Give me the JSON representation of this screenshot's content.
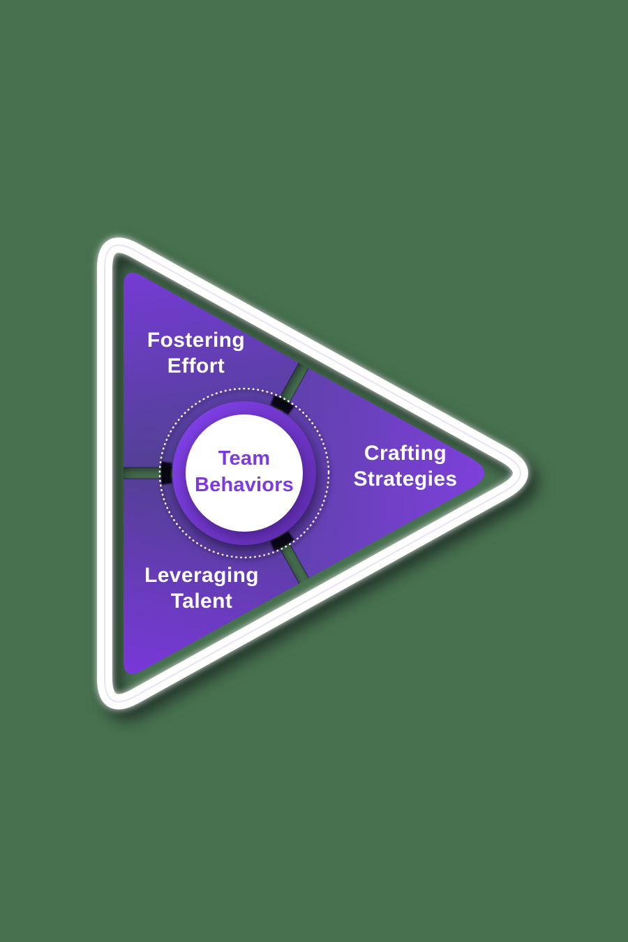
{
  "diagram": {
    "type": "triangle-infographic",
    "center": {
      "label": "Team Behaviors"
    },
    "sections": [
      {
        "id": "top",
        "label": "Fostering Effort"
      },
      {
        "id": "right",
        "label": "Crafting Strategies"
      },
      {
        "id": "bottom",
        "label": "Leveraging Talent"
      }
    ]
  },
  "colors": {
    "background": "#47714F",
    "band": "#ffffff",
    "band_accent_line": "#ddd2f2",
    "top_section_bright": "#7F3AE6",
    "top_section_dark": "#4F4190",
    "right_section_dark": "#5A41A2",
    "right_section_bright": "#8C40F2",
    "bottom_section_dark": "#514090",
    "bottom_section_bright": "#8336EC",
    "ring_bright": "#8342EC",
    "ring_dark": "#5E2CAC",
    "center_circle": "#ffffff",
    "center_text": "#7C3AE2",
    "label_text": "#ffffff",
    "dotted_ring": "#ffffff"
  }
}
